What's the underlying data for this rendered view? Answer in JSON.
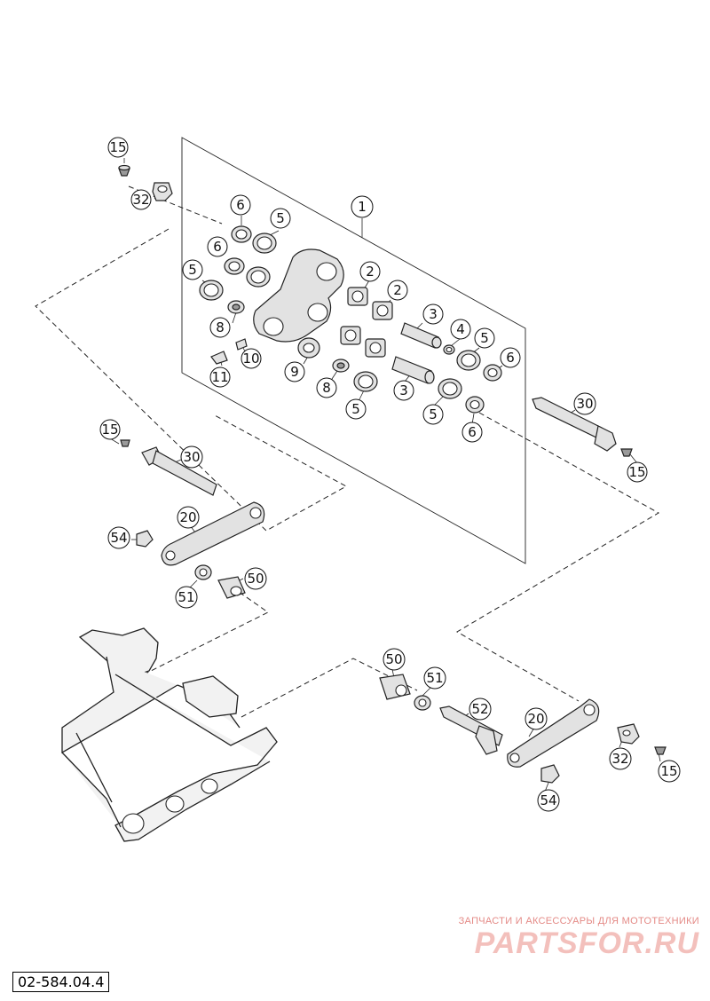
{
  "diagram": {
    "ref_code": "02-584.04.4",
    "callouts": [
      {
        "id": "c-15a",
        "label": "15"
      },
      {
        "id": "c-32a",
        "label": "32"
      },
      {
        "id": "c-1",
        "label": "1"
      },
      {
        "id": "c-6a",
        "label": "6"
      },
      {
        "id": "c-5a",
        "label": "5"
      },
      {
        "id": "c-6b",
        "label": "6"
      },
      {
        "id": "c-5b",
        "label": "5"
      },
      {
        "id": "c-2a",
        "label": "2"
      },
      {
        "id": "c-2b",
        "label": "2"
      },
      {
        "id": "c-3a",
        "label": "3"
      },
      {
        "id": "c-4",
        "label": "4"
      },
      {
        "id": "c-5c",
        "label": "5"
      },
      {
        "id": "c-6c",
        "label": "6"
      },
      {
        "id": "c-8a",
        "label": "8"
      },
      {
        "id": "c-10",
        "label": "10"
      },
      {
        "id": "c-11",
        "label": "11"
      },
      {
        "id": "c-9",
        "label": "9"
      },
      {
        "id": "c-8b",
        "label": "8"
      },
      {
        "id": "c-3b",
        "label": "3"
      },
      {
        "id": "c-5d",
        "label": "5"
      },
      {
        "id": "c-5e",
        "label": "5"
      },
      {
        "id": "c-6d",
        "label": "6"
      },
      {
        "id": "c-30a",
        "label": "30"
      },
      {
        "id": "c-15b",
        "label": "15"
      },
      {
        "id": "c-15c",
        "label": "15"
      },
      {
        "id": "c-30b",
        "label": "30"
      },
      {
        "id": "c-20a",
        "label": "20"
      },
      {
        "id": "c-54a",
        "label": "54"
      },
      {
        "id": "c-51a",
        "label": "51"
      },
      {
        "id": "c-50a",
        "label": "50"
      },
      {
        "id": "c-50b",
        "label": "50"
      },
      {
        "id": "c-51b",
        "label": "51"
      },
      {
        "id": "c-52",
        "label": "52"
      },
      {
        "id": "c-20b",
        "label": "20"
      },
      {
        "id": "c-32b",
        "label": "32"
      },
      {
        "id": "c-15d",
        "label": "15"
      },
      {
        "id": "c-54b",
        "label": "54"
      }
    ]
  },
  "watermark": {
    "tagline": "ЗАПЧАСТИ И АКСЕССУАРЫ ДЛЯ МОТОТЕХНИКИ",
    "logo_text": "PARTSFOR.RU"
  }
}
